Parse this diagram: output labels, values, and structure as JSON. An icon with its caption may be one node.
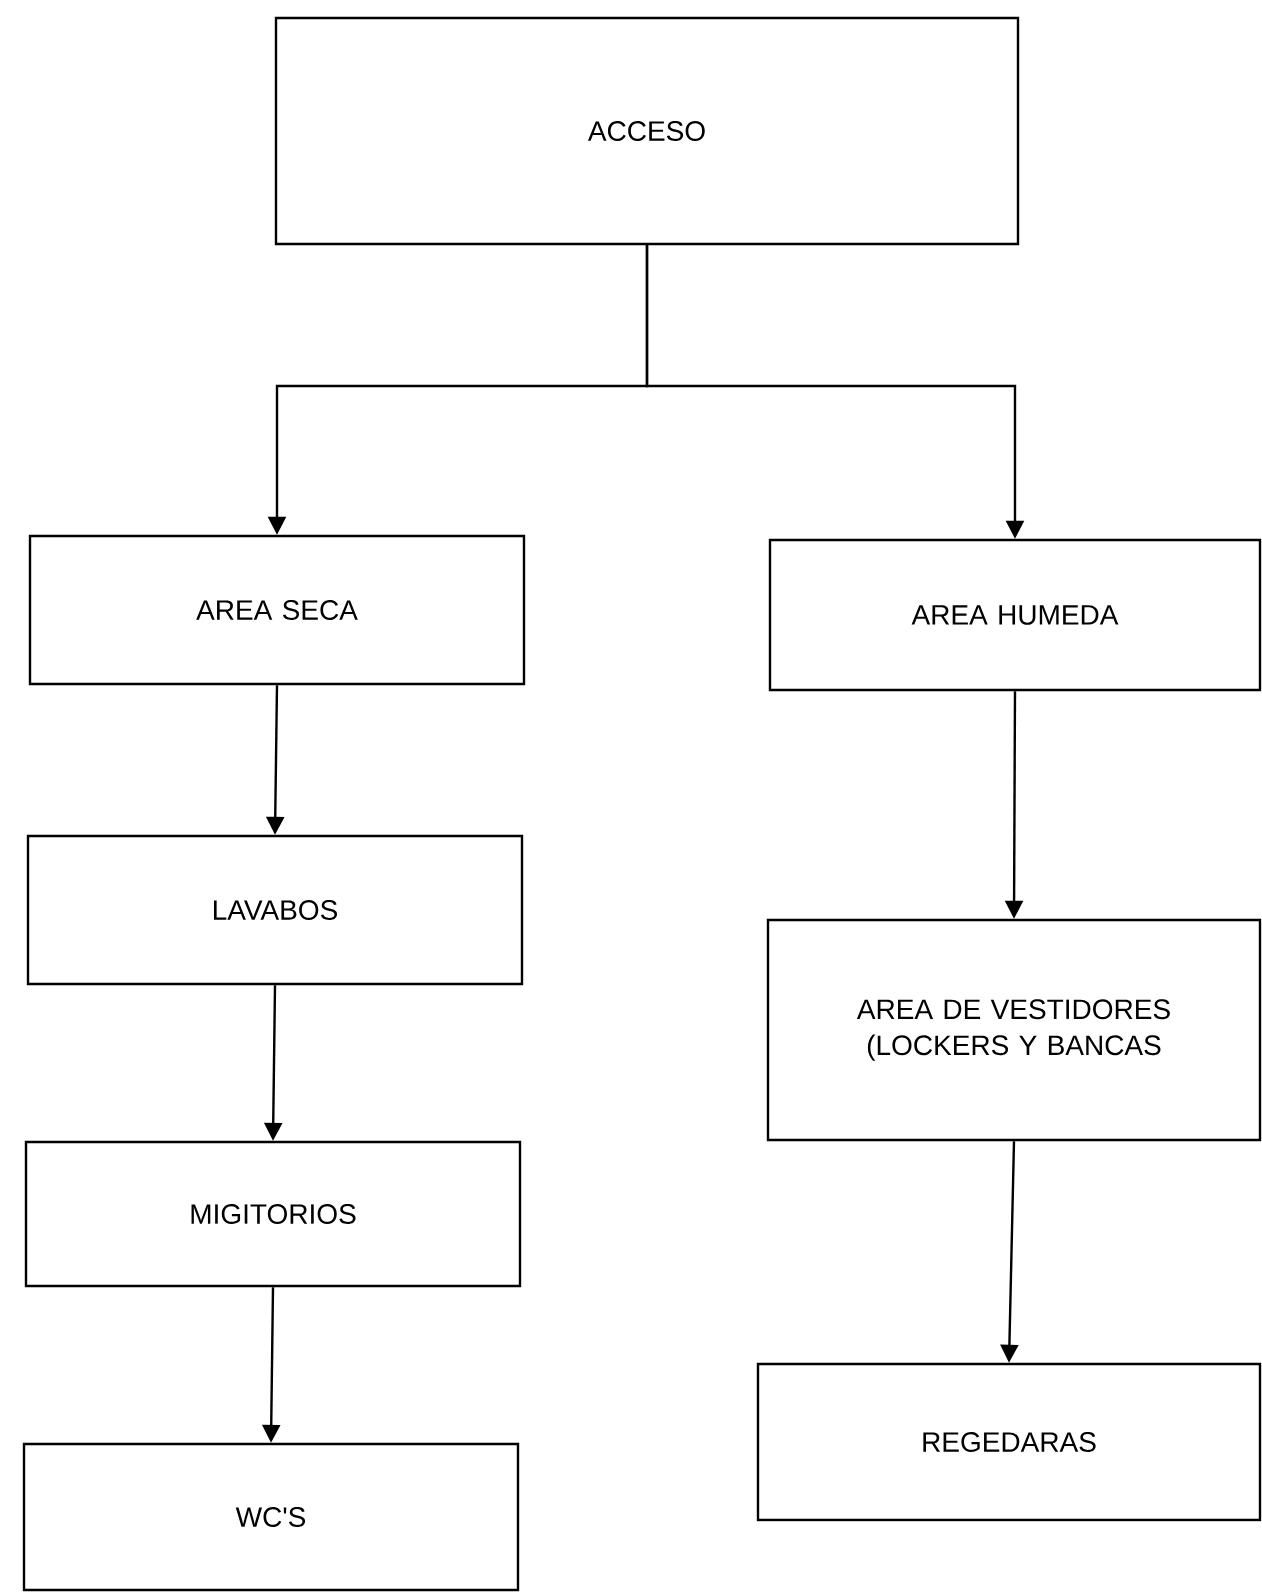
{
  "diagram": {
    "nodes": [
      {
        "text": [
          "ACCESO"
        ]
      },
      {
        "text": [
          "AREA SECA"
        ]
      },
      {
        "text": [
          "AREA HUMEDA"
        ]
      },
      {
        "text": [
          "LAVABOS"
        ]
      },
      {
        "text": [
          "MIGITORIOS"
        ]
      },
      {
        "text": [
          "WC'S"
        ]
      },
      {
        "text": [
          "AREA DE VESTIDORES (LOCKERS Y BANCAS"
        ]
      },
      {
        "text": [
          "REGEDARAS"
        ]
      }
    ],
    "edges": [
      {
        "from": 0,
        "to": 1,
        "arrow": "to"
      },
      {
        "from": 0,
        "to": 2,
        "arrow": "to"
      },
      {
        "from": 1,
        "to": 3,
        "arrow": "to"
      },
      {
        "from": 3,
        "to": 4,
        "arrow": "to"
      },
      {
        "from": 4,
        "to": 5,
        "arrow": "to"
      },
      {
        "from": 2,
        "to": 6,
        "arrow": "to"
      },
      {
        "from": 6,
        "to": 7,
        "arrow": "to"
      }
    ]
  }
}
